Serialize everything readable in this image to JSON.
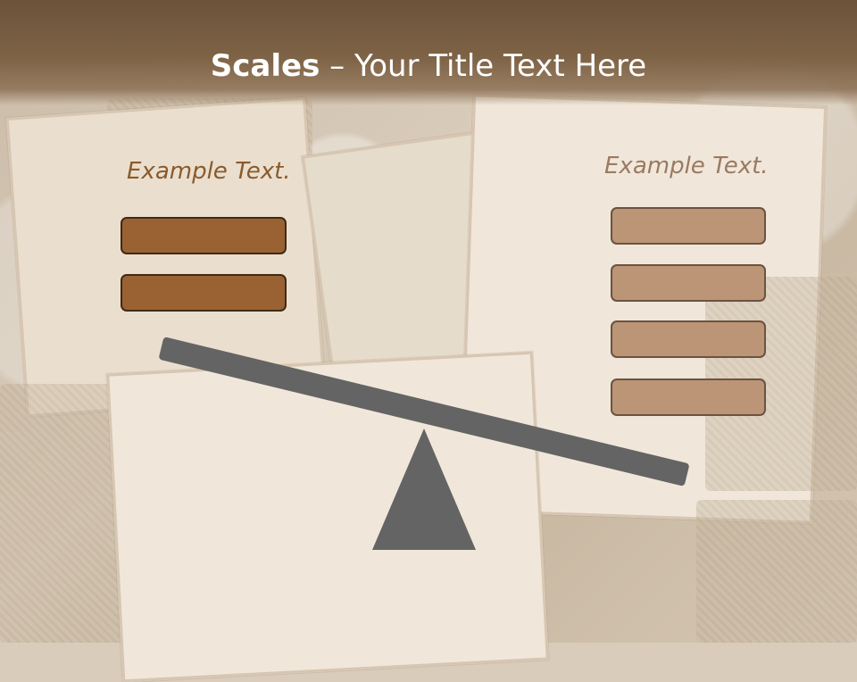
{
  "slide": {
    "title_bold": "Scales",
    "title_rest": " – Your Title Text Here"
  },
  "left_group": {
    "label": "Example Text.",
    "box_count": 2
  },
  "right_group": {
    "label": "Example Text.",
    "box_count": 4
  },
  "colors": {
    "title_bar": "#7e6346",
    "title_text": "#ffffff",
    "left_label": "#8a5a2c",
    "right_label": "#9b7a62",
    "left_box_fill": "#9a6233",
    "left_box_border": "#3f2a17",
    "right_box_fill": "#bb9575",
    "right_box_border": "#6b5342",
    "scale": "#646464"
  },
  "background": {
    "theme": "vintage letters and banknotes collage"
  }
}
